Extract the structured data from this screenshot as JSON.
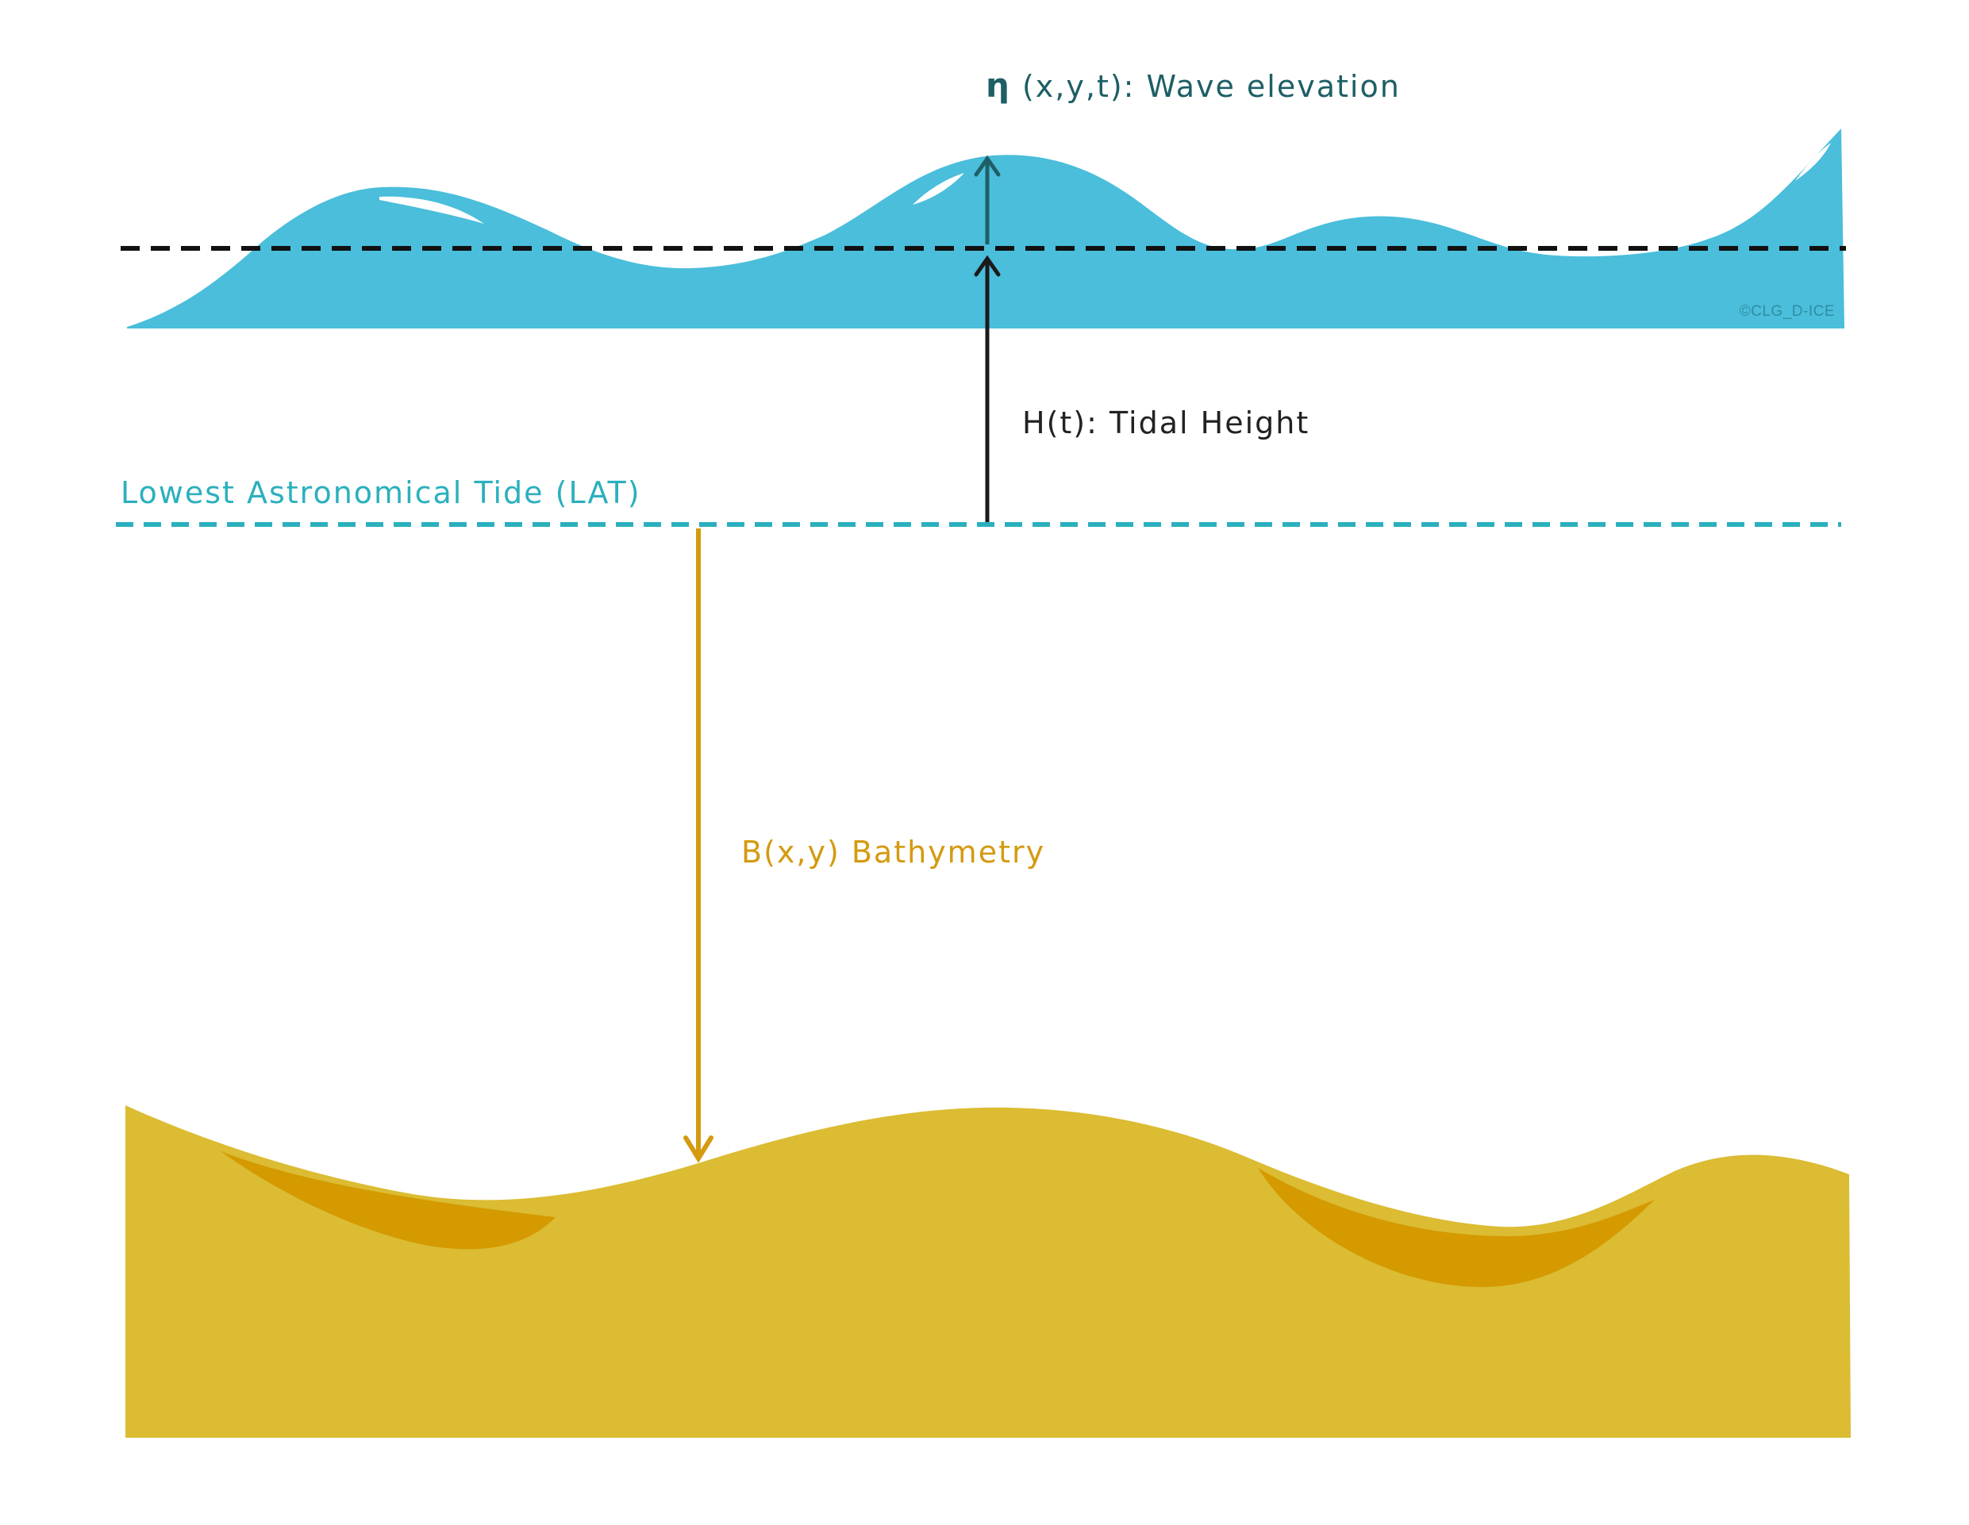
{
  "labels": {
    "wave_symbol": "η",
    "wave_elevation": " (x,y,t): Wave elevation",
    "tidal_height": "H(t): Tidal Height",
    "lat": "Lowest Astronomical Tide (LAT)",
    "bathymetry": "B(x,y) Bathymetry",
    "copyright": "©CLG_D-ICE"
  },
  "colors": {
    "water": "#4ABEDB",
    "water_highlight": "#FFFFFF",
    "mean_level_line": "#111111",
    "lat_line": "#2BB0BD",
    "wave_arrow": "#1E5F66",
    "tidal_arrow": "#1A1A1A",
    "bathy_arrow": "#D49A10",
    "seabed": "#DBBC33",
    "seabed_shadow": "#D49A00",
    "wave_label": "#1E5F66",
    "tidal_label": "#222222",
    "lat_label": "#2BB0BD",
    "bathy_label": "#D49A10",
    "copyright": "#2F8EA3"
  }
}
